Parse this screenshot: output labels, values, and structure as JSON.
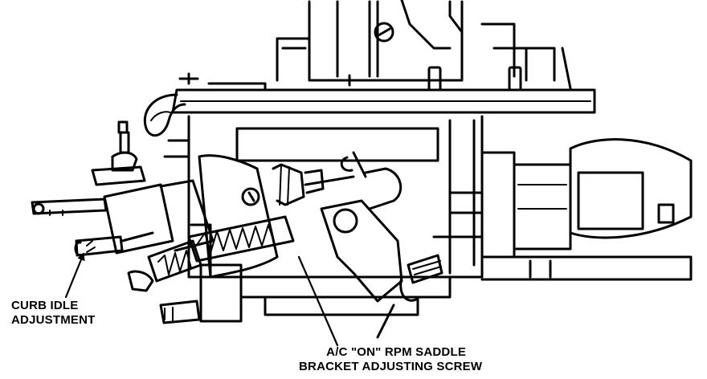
{
  "figure": {
    "subject": "carburetor-side-view",
    "colors": {
      "ink": "#000000",
      "paper": "#ffffff"
    }
  },
  "callouts": [
    {
      "id": "curb-idle",
      "lines": [
        "CURB IDLE",
        "ADJUSTMENT"
      ]
    },
    {
      "id": "ac-on-rpm",
      "lines": [
        "A/C \"ON\" RPM SADDLE",
        "BRACKET ADJUSTING SCREW"
      ]
    }
  ]
}
